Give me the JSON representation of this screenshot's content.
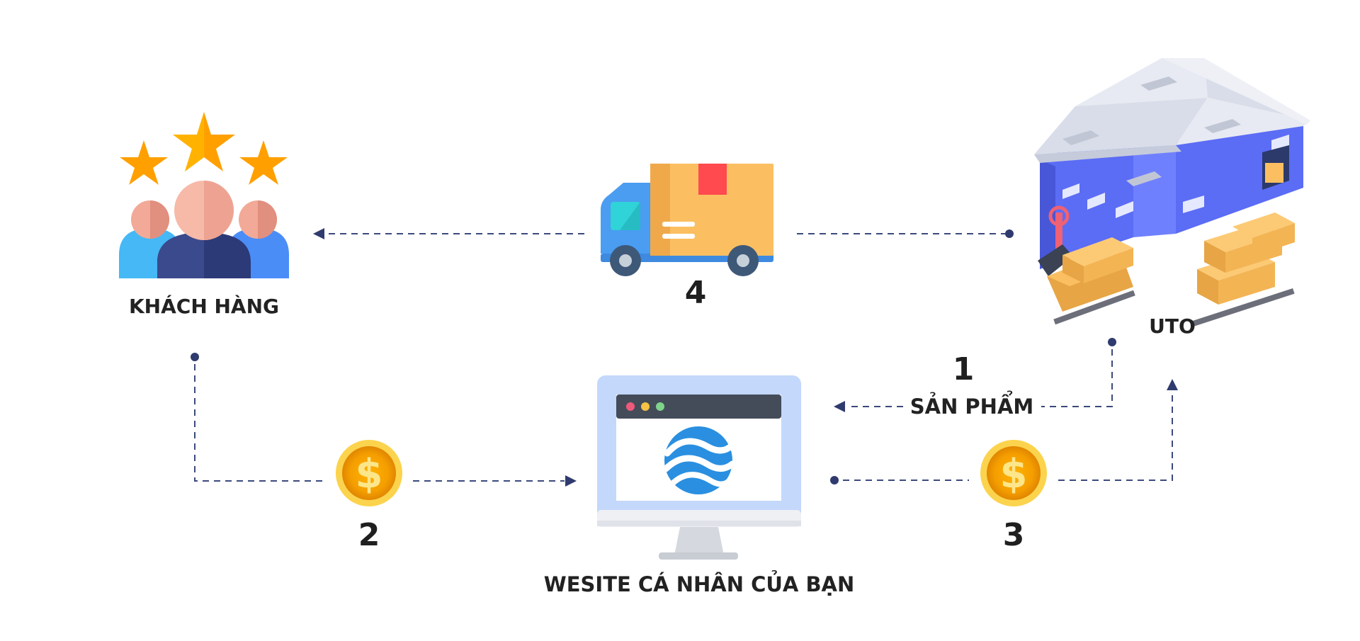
{
  "nodes": {
    "customer": {
      "label": "KHÁCH HÀNG"
    },
    "website": {
      "label": "WESITE CÁ NHÂN CỦA BẠN"
    },
    "warehouse": {
      "label": "UTO"
    }
  },
  "steps": {
    "step1": {
      "number": "1",
      "label": "SẢN PHẨM"
    },
    "step2": {
      "number": "2"
    },
    "step3": {
      "number": "3"
    },
    "step4": {
      "number": "4"
    }
  },
  "colors": {
    "connector": "#3b4a7d",
    "coin": "#f7b500",
    "warehouse_wall": "#6b7bff",
    "roof": "#d8dde9",
    "box": "#fbbf62",
    "truck_body": "#4a9df0",
    "screen_frame": "#c3d8fb",
    "logo": "#2a8fe0"
  },
  "icons": {
    "customer": "customers-with-stars-icon",
    "truck": "delivery-truck-icon",
    "warehouse": "warehouse-icon",
    "website": "monitor-website-icon",
    "coin2": "dollar-coin-icon",
    "coin3": "dollar-coin-icon"
  }
}
